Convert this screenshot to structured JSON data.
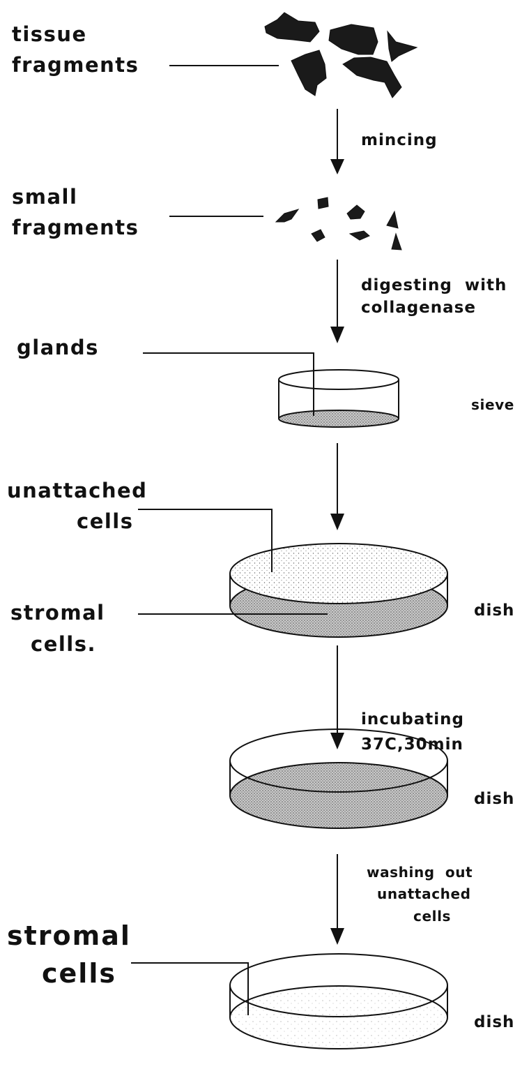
{
  "labels": {
    "tissue_1": "tissue",
    "tissue_2": "fragments",
    "small_1": "small",
    "small_2": "fragments",
    "glands": "glands",
    "unattached_1": "unattached",
    "unattached_2": "cells",
    "stromal_1": "stromal",
    "stromal_2": "cells.",
    "stromal_final_1": "stromal",
    "stromal_final_2": "cells"
  },
  "steps": {
    "mincing": "mincing",
    "digesting_1": "digesting  with",
    "digesting_2": "collagenase",
    "incubating_1": "incubating",
    "incubating_2": "37C,30min",
    "washing_1": "washing  out",
    "washing_2": "unattached",
    "washing_3": "cells"
  },
  "vessels": {
    "sieve": "sieve",
    "dish_1": "dish",
    "dish_2": "dish",
    "dish_3": "dish"
  }
}
